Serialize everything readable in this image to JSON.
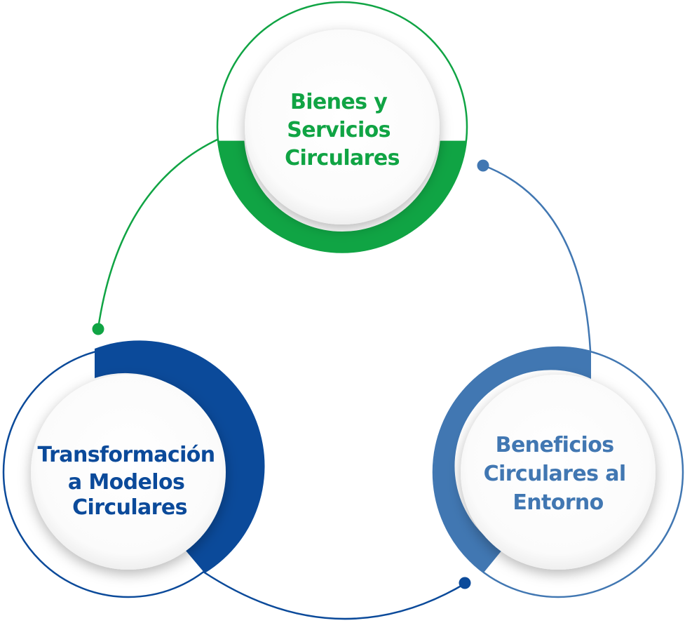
{
  "colors": {
    "green": "#10a444",
    "dark_blue": "#0b4a9a",
    "mid_blue": "#4177b2",
    "ring_face": "#ffffff"
  },
  "nodes": {
    "bienes": {
      "line1": "Bienes y",
      "line2": "Servicios",
      "line3": "Circulares"
    },
    "transformacion": {
      "line1": "Transformación",
      "line2": "a Modelos",
      "line3": "Circulares"
    },
    "beneficios": {
      "line1": "Beneficios",
      "line2": "Circulares al",
      "line3": "Entorno"
    }
  }
}
